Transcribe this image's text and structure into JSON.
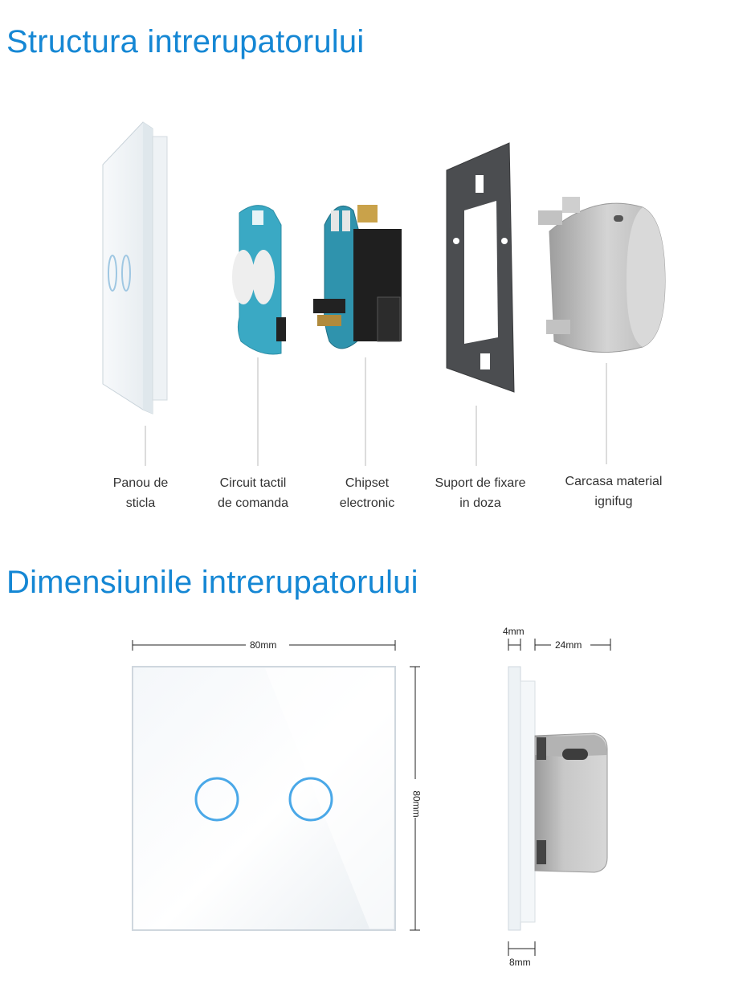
{
  "structure": {
    "title": "Structura intrerupatorului",
    "components": [
      {
        "line1": "Panou de",
        "line2": "sticla"
      },
      {
        "line1": "Circuit tactil",
        "line2": "de comanda"
      },
      {
        "line1": "Chipset",
        "line2": "electronic"
      },
      {
        "line1": "Suport de fixare",
        "line2": "in doza"
      },
      {
        "line1": "Carcasa material",
        "line2": "ignifug"
      }
    ]
  },
  "dimensions": {
    "title": "Dimensiunile intrerupatorului",
    "width_label": "80mm",
    "height_label": "80mm",
    "glass_depth_label": "4mm",
    "box_depth_label": "24mm",
    "frame_depth_label": "8mm"
  },
  "colors": {
    "title": "#1587d4",
    "pcb": "#3aa9c4",
    "touch_ring": "#4aa8e8",
    "housing": "#bdbdbd"
  }
}
